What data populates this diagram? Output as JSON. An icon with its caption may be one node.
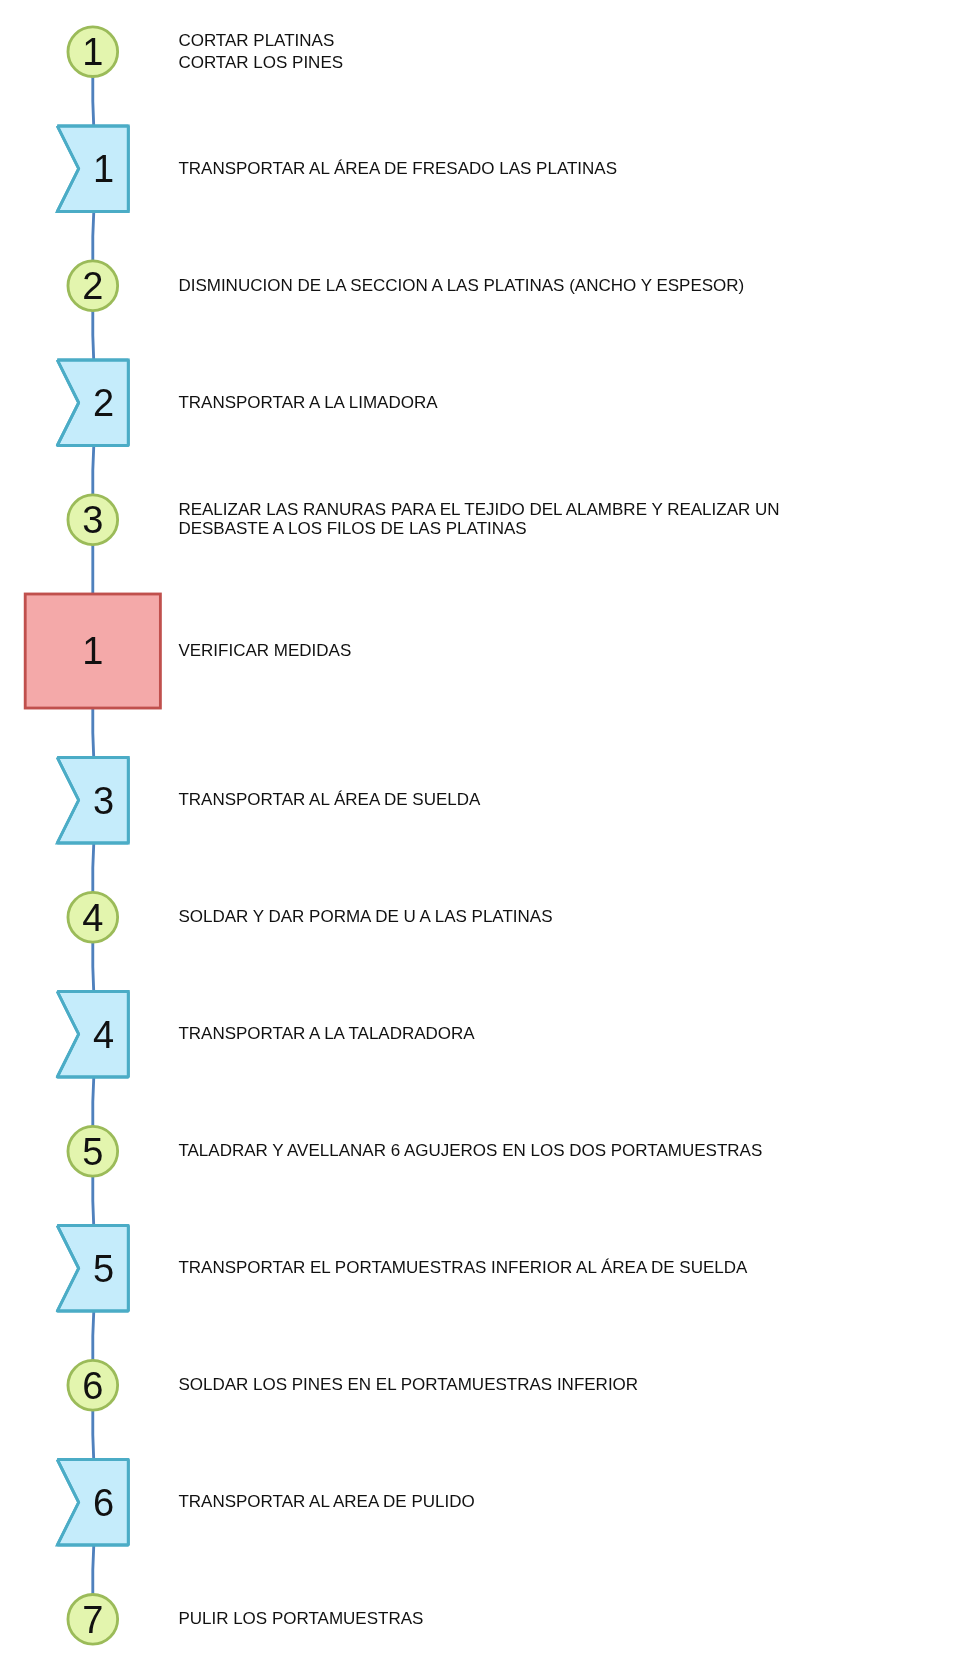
{
  "diagram": {
    "nodes": [
      {
        "text": [
          "1"
        ],
        "beside": [
          "CORTAR PLATINAS",
          "CORTAR LOS PINES"
        ]
      },
      {
        "text": [
          "1"
        ],
        "beside": [
          "TRANSPORTAR AL ÁREA DE FRESADO LAS PLATINAS"
        ]
      },
      {
        "text": [
          "2"
        ],
        "beside": [
          "DISMINUCION DE LA SECCION A LAS PLATINAS (ANCHO Y ESPESOR)"
        ]
      },
      {
        "text": [
          "2"
        ],
        "beside": [
          "TRANSPORTAR A LA LIMADORA"
        ]
      },
      {
        "text": [
          "3"
        ],
        "beside": [
          "REALIZAR LAS RANURAS PARA EL TEJIDO DEL ALAMBRE Y REALIZAR UN DESBASTE A LOS FILOS DE LAS PLATINAS"
        ]
      },
      {
        "text": [
          "1"
        ],
        "beside": [
          "VERIFICAR MEDIDAS"
        ]
      },
      {
        "text": [
          "3"
        ],
        "beside": [
          "TRANSPORTAR AL ÁREA DE SUELDA"
        ]
      },
      {
        "text": [
          "4"
        ],
        "beside": [
          "SOLDAR Y DAR PORMA DE U A LAS PLATINAS"
        ]
      },
      {
        "text": [
          "4"
        ],
        "beside": [
          "TRANSPORTAR A LA TALADRADORA"
        ]
      },
      {
        "text": [
          "5"
        ],
        "beside": [
          "TALADRAR Y AVELLANAR 6 AGUJEROS EN LOS DOS PORTAMUESTRAS"
        ]
      },
      {
        "text": [
          "5"
        ],
        "beside": [
          "TRANSPORTAR EL PORTAMUESTRAS INFERIOR AL ÁREA DE SUELDA"
        ]
      },
      {
        "text": [
          "6"
        ],
        "beside": [
          "SOLDAR LOS PINES EN EL PORTAMUESTRAS INFERIOR"
        ]
      },
      {
        "text": [
          "6"
        ],
        "beside": [
          "TRANSPORTAR AL AREA DE PULIDO"
        ]
      },
      {
        "text": [
          "7"
        ],
        "beside": [
          "PULIR LOS PORTAMUESTRAS"
        ]
      }
    ],
    "edges": [
      {
        "from": 0,
        "to": 1,
        "arrow": "none"
      },
      {
        "from": 1,
        "to": 2,
        "arrow": "none"
      },
      {
        "from": 2,
        "to": 3,
        "arrow": "none"
      },
      {
        "from": 3,
        "to": 4,
        "arrow": "none"
      },
      {
        "from": 4,
        "to": 5,
        "arrow": "none"
      },
      {
        "from": 5,
        "to": 6,
        "arrow": "none"
      },
      {
        "from": 6,
        "to": 7,
        "arrow": "none"
      },
      {
        "from": 7,
        "to": 8,
        "arrow": "none"
      },
      {
        "from": 8,
        "to": 9,
        "arrow": "none"
      },
      {
        "from": 9,
        "to": 10,
        "arrow": "none"
      },
      {
        "from": 10,
        "to": 11,
        "arrow": "none"
      },
      {
        "from": 11,
        "to": 12,
        "arrow": "none"
      },
      {
        "from": 12,
        "to": 13,
        "arrow": "none"
      }
    ]
  }
}
